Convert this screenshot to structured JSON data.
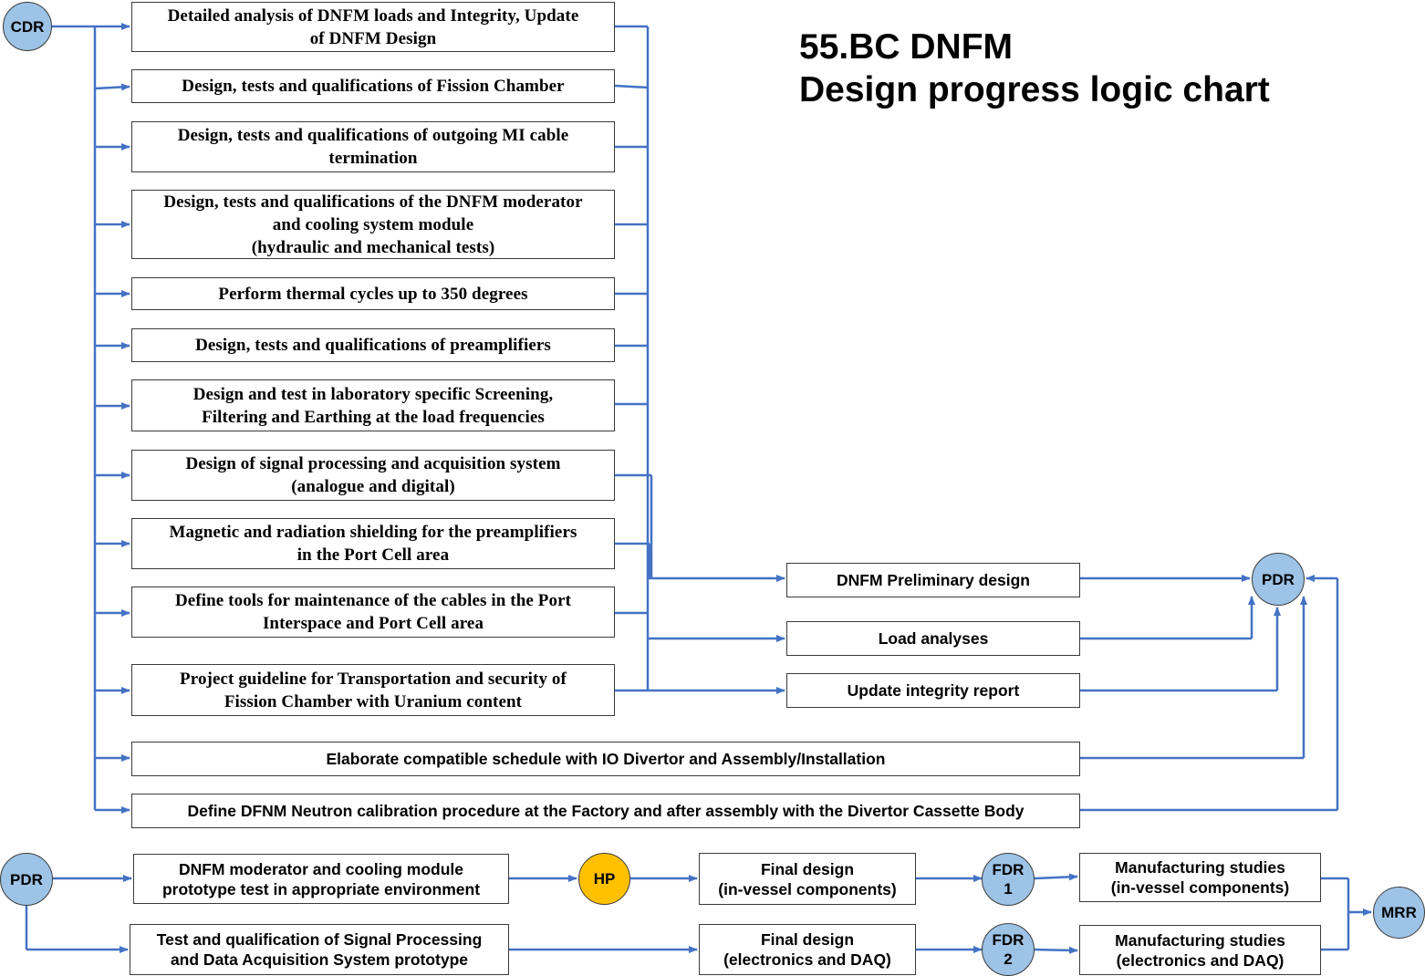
{
  "title": {
    "line1": "55.BC DNFM",
    "line2": "Design progress logic chart"
  },
  "colors": {
    "connector": "#4472C4",
    "milestone_fill": "#9DC3E6",
    "hold_point_fill": "#FFC000",
    "box_border": "#3a3a3a"
  },
  "milestones": {
    "cdr": "CDR",
    "pdr_top": "PDR",
    "pdr_bottom": "PDR",
    "hp": "HP",
    "fdr1": "FDR\n1",
    "fdr2": "FDR\n2",
    "mrr": "MRR"
  },
  "tasks": [
    "Detailed analysis  of DNFM loads and Integrity, Update\nof DNFM Design",
    "Design, tests and qualifications of Fission Chamber",
    "Design, tests and qualifications of outgoing MI cable\ntermination",
    "Design, tests and qualifications of the DNFM moderator\nand cooling system module\n(hydraulic  and mechanical tests)",
    "Perform thermal cycles up to 350 degrees",
    "Design, tests and qualifications of preamplifiers",
    "Design and test in laboratory specific Screening,\nFiltering and Earthing at the load frequencies",
    "Design of signal processing and acquisition system\n(analogue and digital)",
    "Magnetic and radiation shielding for the preamplifiers\nin the Port Cell area",
    "Define tools for maintenance of the cables in the Port\nInterspace and Port Cell area",
    "Project guideline for Transportation and security of\nFission Chamber with Uranium content"
  ],
  "wide_tasks": [
    "Elaborate compatible schedule with IO Divertor and Assembly/Installation",
    "Define DFNM Neutron calibration procedure at the Factory and after assembly with the Divertor Cassette Body"
  ],
  "outputs": [
    "DNFM Preliminary design",
    "Load analyses",
    "Update integrity report"
  ],
  "phase2": {
    "prototype_test": "DNFM moderator and cooling module\nprototype test in appropriate environment",
    "signal_test": "Test and qualification of Signal Processing\nand Data Acquisition System prototype",
    "final_design_invessel": "Final design\n(in-vessel components)",
    "final_design_electronics": "Final design\n(electronics and DAQ)",
    "manufacturing_invessel": "Manufacturing studies\n(in-vessel components)",
    "manufacturing_electronics": "Manufacturing studies\n(electronics and DAQ)"
  }
}
